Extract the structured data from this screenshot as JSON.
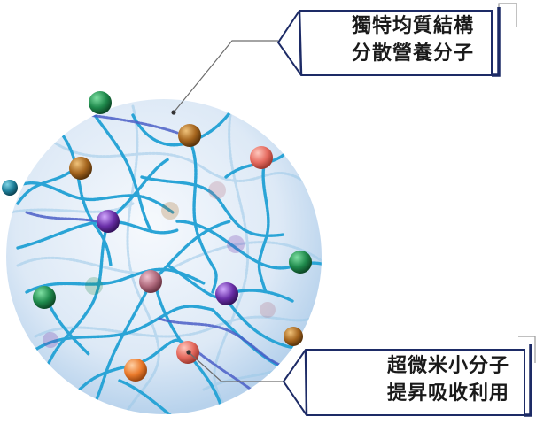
{
  "callouts": {
    "top": {
      "line1": "獨特均質結構",
      "line2": "分散營養分子"
    },
    "bottom": {
      "line1": "超微米小分子",
      "line2": "提昇吸收利用"
    }
  },
  "colors": {
    "background": "#ffffff",
    "sphere_light": "#f4f8fd",
    "sphere_dark": "#bcd6ee",
    "fiber": "#2aa4d6",
    "fiber_faint": "#8fc3e6",
    "callout_border": "#1d2b66",
    "callout_fill": "#ffffff",
    "leader_line": "#6d6d6d",
    "text": "#1a1a1a"
  },
  "molecules": [
    {
      "name": "green",
      "color": "#1f8a4c"
    },
    {
      "name": "brown",
      "color": "#a5651e"
    },
    {
      "name": "coral",
      "color": "#e56a5e"
    },
    {
      "name": "purple",
      "color": "#6a2fa8"
    },
    {
      "name": "mauve",
      "color": "#b06a7d"
    },
    {
      "name": "orange",
      "color": "#ea7a2b"
    }
  ]
}
